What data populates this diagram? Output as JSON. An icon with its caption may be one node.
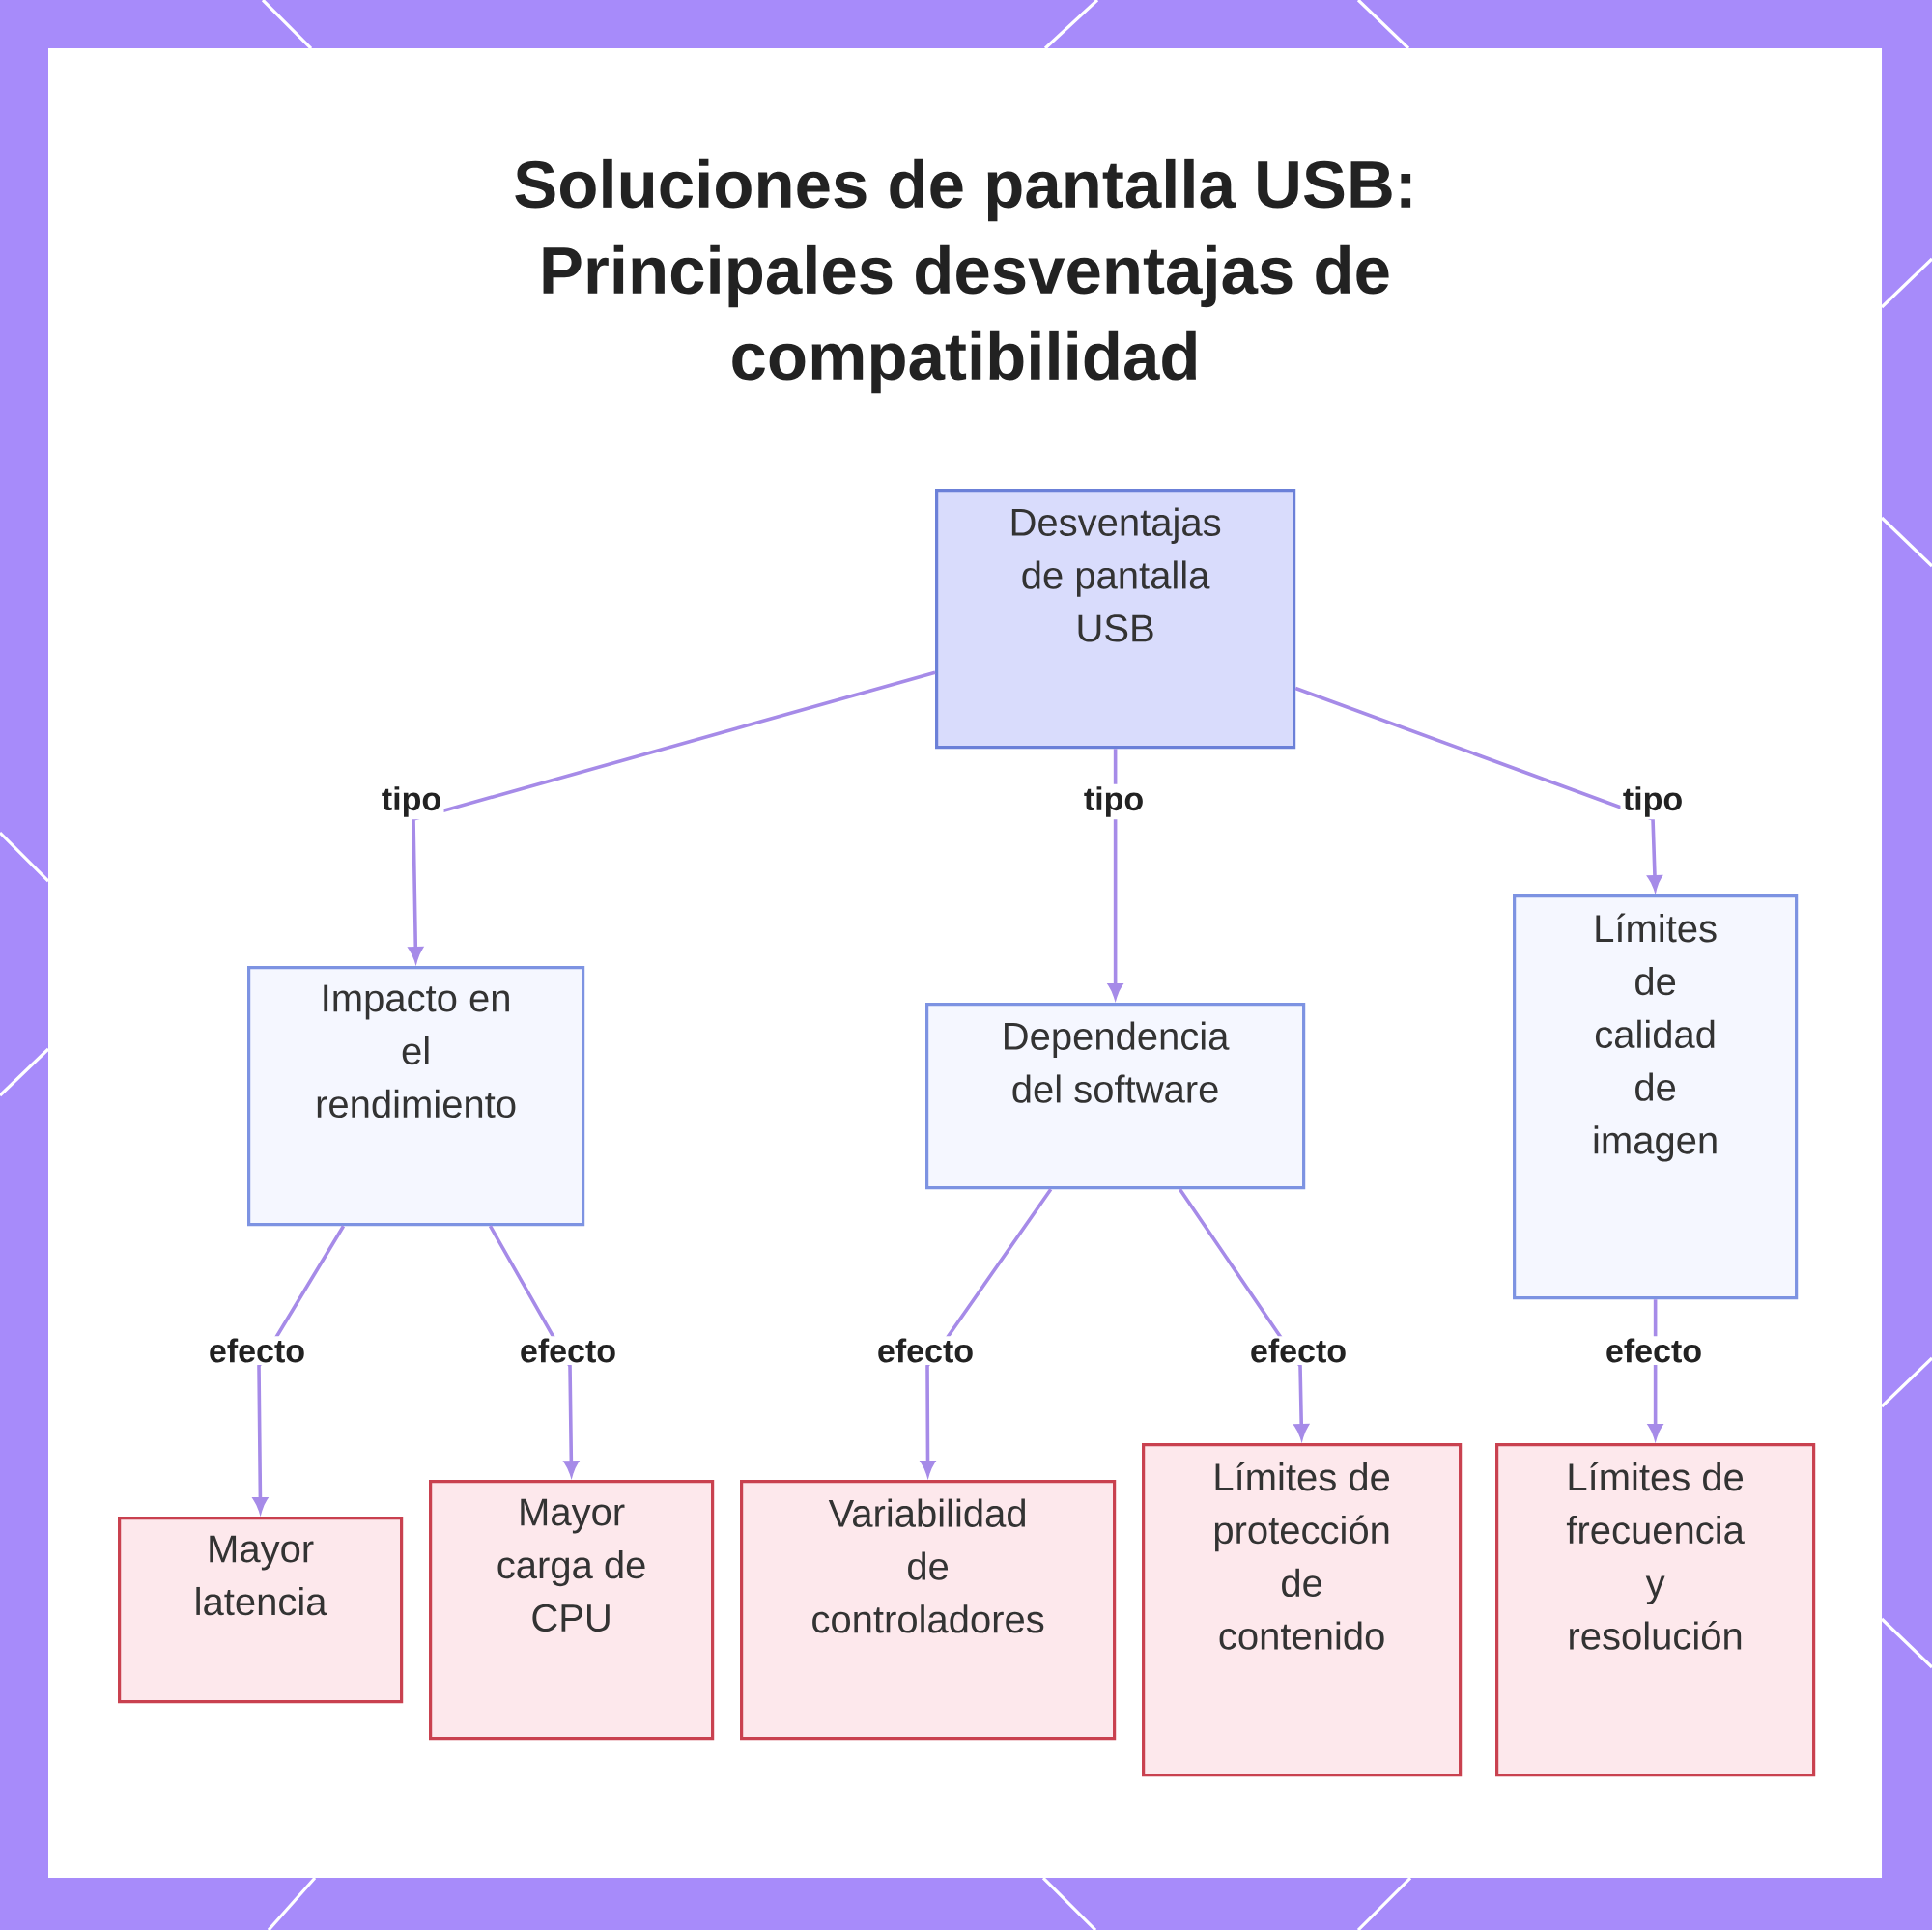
{
  "diagram": {
    "title": "Soluciones de pantalla USB: Principales desventajas de compatibilidad",
    "nodes": [
      {
        "text": [
          "Desventajas de pantalla USB"
        ]
      },
      {
        "text": [
          "Impacto en el rendimiento"
        ]
      },
      {
        "text": [
          "Dependencia del software"
        ]
      },
      {
        "text": [
          "Límites de calidad de imagen"
        ]
      },
      {
        "text": [
          "Mayor latencia"
        ]
      },
      {
        "text": [
          "Mayor carga de CPU"
        ]
      },
      {
        "text": [
          "Variabilidad de controladores"
        ]
      },
      {
        "text": [
          "Límites de protección de contenido"
        ]
      },
      {
        "text": [
          "Límites de frecuencia y resolución"
        ]
      }
    ],
    "edges": [
      {
        "from": 0,
        "to": 1,
        "arrow": "to",
        "label": "tipo"
      },
      {
        "from": 0,
        "to": 2,
        "arrow": "to",
        "label": "tipo"
      },
      {
        "from": 0,
        "to": 3,
        "arrow": "to",
        "label": "tipo"
      },
      {
        "from": 1,
        "to": 4,
        "arrow": "to",
        "label": "efecto"
      },
      {
        "from": 1,
        "to": 5,
        "arrow": "to",
        "label": "efecto"
      },
      {
        "from": 2,
        "to": 6,
        "arrow": "to",
        "label": "efecto"
      },
      {
        "from": 2,
        "to": 7,
        "arrow": "to",
        "label": "efecto"
      },
      {
        "from": 3,
        "to": 8,
        "arrow": "to",
        "label": "efecto"
      }
    ]
  }
}
